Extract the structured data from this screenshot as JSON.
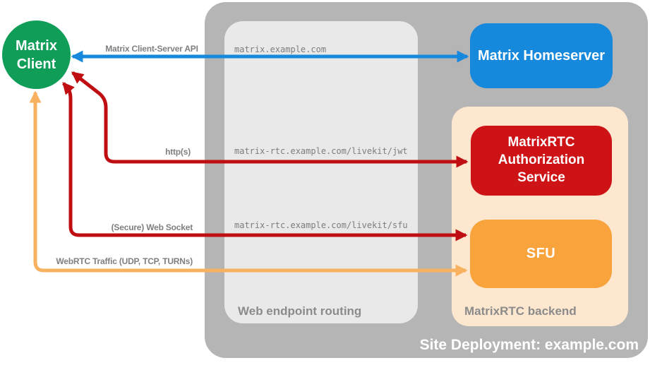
{
  "diagram": {
    "nodes": {
      "client": "Matrix\nClient",
      "homeserver": "Matrix Homeserver",
      "auth_service": "MatrixRTC\nAuthorization\nService",
      "sfu": "SFU"
    },
    "sections": {
      "site": "Site Deployment: example.com",
      "routing": "Web endpoint routing",
      "backend": "MatrixRTC backend"
    },
    "endpoints": [
      "matrix.example.com",
      "matrix-rtc.example.com/livekit/jwt",
      "matrix-rtc.example.com/livekit/sfu"
    ],
    "arrows": [
      {
        "label": "Matrix Client-Server API",
        "from": "Matrix Client",
        "to": "Matrix Homeserver",
        "direction": "bidirectional",
        "color": "#1689dd"
      },
      {
        "label": "http(s)",
        "from": "Matrix Client",
        "to": "MatrixRTC Authorization Service",
        "direction": "bidirectional",
        "color": "#bf0d11"
      },
      {
        "label": "(Secure) Web Socket",
        "from": "Matrix Client",
        "to": "SFU",
        "direction": "bidirectional",
        "color": "#bf0d11"
      },
      {
        "label": "WebRTC Traffic (UDP, TCP, TURNs)",
        "from": "Matrix Client",
        "to": "SFU",
        "direction": "bidirectional",
        "color": "#f8b15f"
      }
    ],
    "colors": {
      "site_container_gray": "#b5b5b5",
      "routing_box_gray": "#e9e9e9",
      "backend_box_peach": "#fde7cf",
      "client_green": "#0f9d58",
      "homeserver_blue": "#1689dd",
      "auth_service_red": "#ce1316",
      "sfu_orange": "#f9a33c",
      "arrow_red": "#bf0d11",
      "arrow_orange": "#f8b15f",
      "label_gray": "#7f7f7f",
      "section_label_gray": "#8b8b8b",
      "node_text_white": "#ffffff"
    }
  }
}
